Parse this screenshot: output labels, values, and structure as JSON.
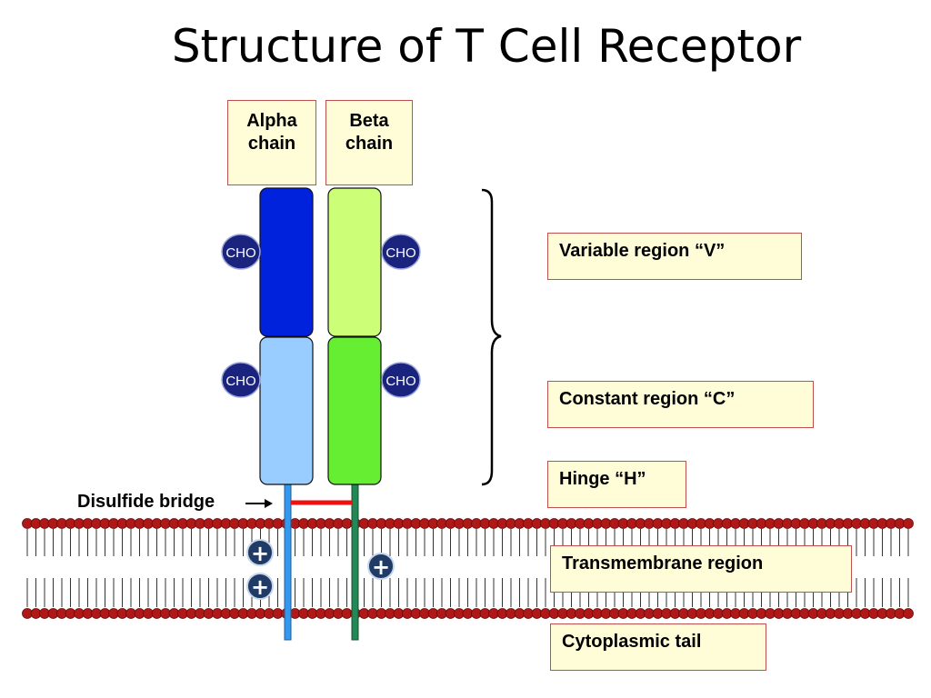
{
  "title": "Structure of T Cell Receptor",
  "chains": {
    "alpha": {
      "line1": "Alpha",
      "line2": "chain"
    },
    "beta": {
      "line1": "Beta",
      "line2": "chain"
    }
  },
  "regions": {
    "variable": "Variable region “V”",
    "constant": "Constant region “C”",
    "hinge": "Hinge “H”",
    "transmembrane": "Transmembrane region",
    "cytoplasmic": "Cytoplasmic tail"
  },
  "carbohydrate_label": "CHO",
  "disulfide_label": "Disulfide bridge",
  "charge_symbol": "+",
  "colors": {
    "alpha_variable": "#0022dd",
    "alpha_constant": "#99ccff",
    "beta_variable": "#ccff77",
    "beta_constant": "#66ee33",
    "alpha_tail": "#3399ee",
    "beta_tail": "#228855",
    "disulfide": "#ee1111",
    "cho": "#1a237e",
    "lipid_head": "#b01818",
    "box_fill": "#fffdd8",
    "box_border": "#c0504d"
  }
}
